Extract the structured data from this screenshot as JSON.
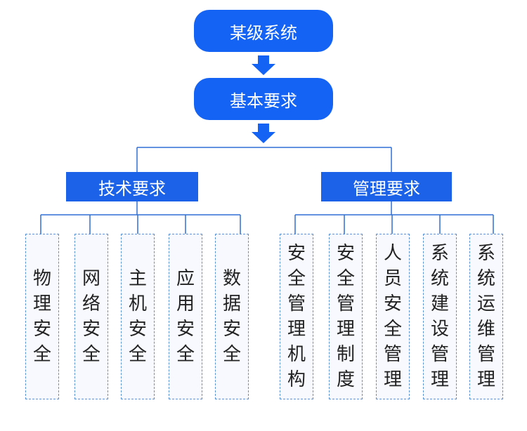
{
  "top": "某级系统",
  "middle": "基本要求",
  "branches": [
    {
      "title": "技术要求",
      "items": [
        "物理安全",
        "网络安全",
        "主机安全",
        "应用安全",
        "数据安全"
      ]
    },
    {
      "title": "管理要求",
      "items": [
        "安全管理机构",
        "安全管理制度",
        "人员安全管理",
        "系统建设管理",
        "系统运维管理"
      ]
    }
  ],
  "colors": {
    "primary": "#1463f5",
    "connector": "#2f6fd6",
    "dashed_border": "#5b8fd6"
  }
}
